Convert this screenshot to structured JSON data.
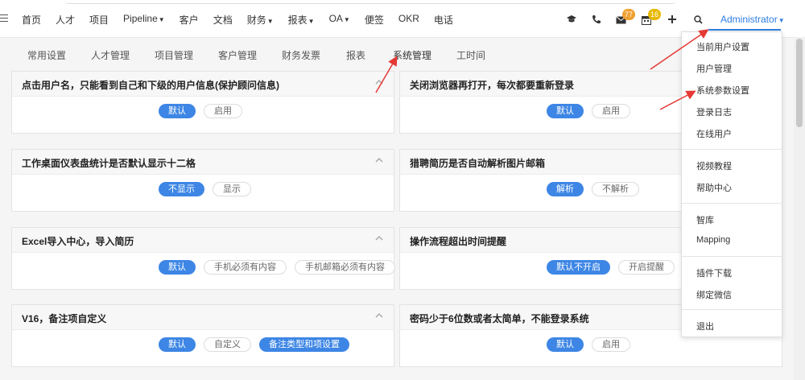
{
  "nav": {
    "items": [
      {
        "label": "首页",
        "caret": false
      },
      {
        "label": "人才",
        "caret": false
      },
      {
        "label": "项目",
        "caret": false
      },
      {
        "label": "Pipeline",
        "caret": true
      },
      {
        "label": "客户",
        "caret": false
      },
      {
        "label": "文档",
        "caret": false
      },
      {
        "label": "财务",
        "caret": true
      },
      {
        "label": "报表",
        "caret": true
      },
      {
        "label": "OA",
        "caret": true
      },
      {
        "label": "便签",
        "caret": false
      },
      {
        "label": "OKR",
        "caret": false
      },
      {
        "label": "电话",
        "caret": false
      }
    ]
  },
  "header": {
    "mail_badge": "77",
    "calendar_badge": "16",
    "user": "Administrator",
    "mail_badge_color": "#f0a030",
    "calendar_badge_color": "#e8b800",
    "accent": "#2f7de1"
  },
  "tabs": [
    {
      "label": "常用设置"
    },
    {
      "label": "人才管理"
    },
    {
      "label": "项目管理"
    },
    {
      "label": "客户管理"
    },
    {
      "label": "财务发票"
    },
    {
      "label": "报表"
    },
    {
      "label": "系统管理"
    },
    {
      "label": "工时间"
    }
  ],
  "panels": [
    {
      "title": "点击用户名，只能看到自己和下级的用户信息(保护顾问信息)",
      "buttons": [
        {
          "label": "默认",
          "on": true
        },
        {
          "label": "启用",
          "on": false
        }
      ]
    },
    {
      "title": "关闭浏览器再打开，每次都要重新登录",
      "buttons": [
        {
          "label": "默认",
          "on": true
        },
        {
          "label": "启用",
          "on": false
        }
      ]
    },
    {
      "title": "工作桌面仪表盘统计是否默认显示十二格",
      "buttons": [
        {
          "label": "不显示",
          "on": true
        },
        {
          "label": "显示",
          "on": false
        }
      ]
    },
    {
      "title": "猎聘简历是否自动解析图片邮箱",
      "buttons": [
        {
          "label": "解析",
          "on": true
        },
        {
          "label": "不解析",
          "on": false
        }
      ]
    },
    {
      "title": "Excel导入中心，导入简历",
      "buttons": [
        {
          "label": "默认",
          "on": true
        },
        {
          "label": "手机必须有内容",
          "on": false
        },
        {
          "label": "手机邮箱必须有内容",
          "on": false
        }
      ]
    },
    {
      "title": "操作流程超出时间提醒",
      "buttons": [
        {
          "label": "默认不开启",
          "on": true
        },
        {
          "label": "开启提醒",
          "on": false
        }
      ]
    },
    {
      "title": "V16，备注项自定义",
      "buttons": [
        {
          "label": "默认",
          "on": true
        },
        {
          "label": "自定义",
          "on": false
        },
        {
          "label": "备注类型和项设置",
          "on": true
        }
      ]
    },
    {
      "title": "密码少于6位数或者太简单，不能登录系统",
      "buttons": [
        {
          "label": "默认",
          "on": true
        },
        {
          "label": "启用",
          "on": false
        }
      ]
    }
  ],
  "dropdown": {
    "items": [
      {
        "label": "当前用户设置"
      },
      {
        "label": "用户管理"
      },
      {
        "label": "系统参数设置"
      },
      {
        "label": "登录日志"
      },
      {
        "label": "在线用户"
      },
      {
        "label": "视频教程"
      },
      {
        "label": "帮助中心"
      },
      {
        "label": "智库"
      },
      {
        "label": "Mapping"
      },
      {
        "label": "插件下载"
      },
      {
        "label": "绑定微信"
      },
      {
        "label": "退出"
      }
    ]
  },
  "annotation_color": "#e53935"
}
